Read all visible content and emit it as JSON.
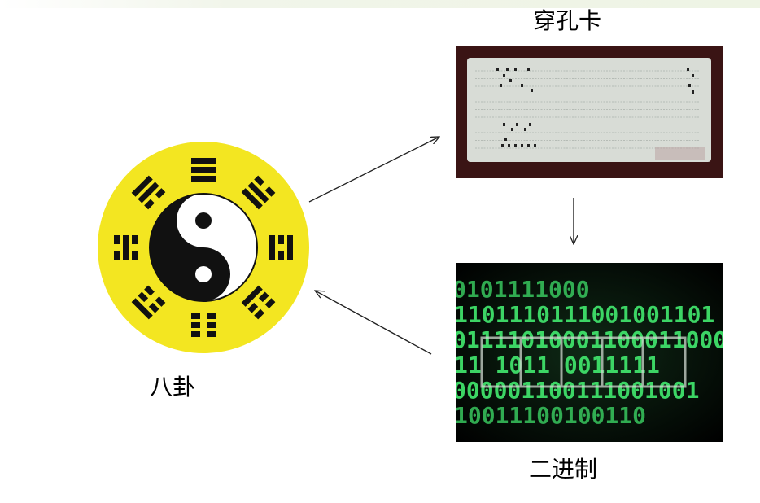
{
  "labels": {
    "bagua": "八卦",
    "punch_card": "穿孔卡",
    "binary": "二进制"
  },
  "colors": {
    "bagua_disc": "#f3e621",
    "trigram": "#111111",
    "binary_text": "#3fe06a",
    "card_bg": "#d8dcd6",
    "card_frame": "#3a1414"
  },
  "binary_rows": [
    "0101111000",
    "1101110111001001101",
    "01111010001100011000",
    "11   1011 0011111",
    "000001100111001001",
    "   10011100100110"
  ]
}
